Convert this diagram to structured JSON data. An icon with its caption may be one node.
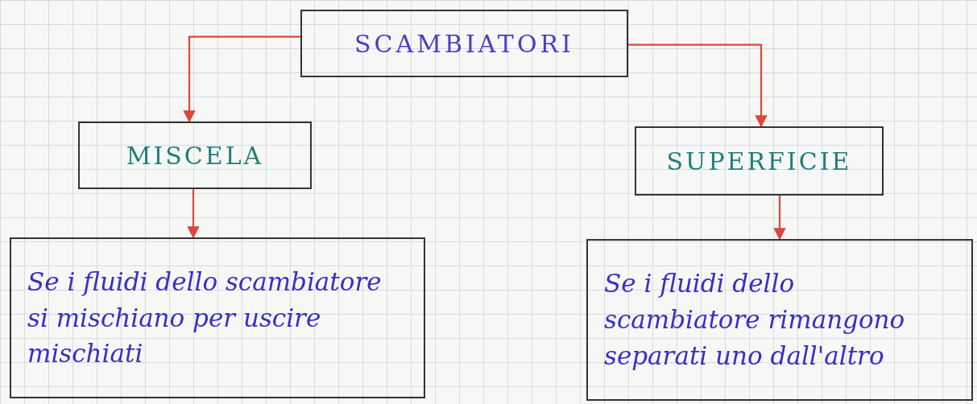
{
  "diagram": {
    "nodes": [
      {
        "text": [
          "SCAMBIATORI"
        ]
      },
      {
        "text": [
          "MISCELA"
        ]
      },
      {
        "text": [
          "SUPERFICIE"
        ]
      },
      {
        "text": [
          "Se i fluidi dello scambiatore si mischiano per uscire mischiati"
        ]
      },
      {
        "text": [
          "Se i fluidi dello scambiatore rimangono separati uno dall'altro"
        ]
      }
    ],
    "edges": [
      {
        "from": 0,
        "to": 1,
        "arrow": "to"
      },
      {
        "from": 0,
        "to": 2,
        "arrow": "to"
      },
      {
        "from": 1,
        "to": 3,
        "arrow": "to"
      },
      {
        "from": 2,
        "to": 4,
        "arrow": "to"
      }
    ]
  }
}
